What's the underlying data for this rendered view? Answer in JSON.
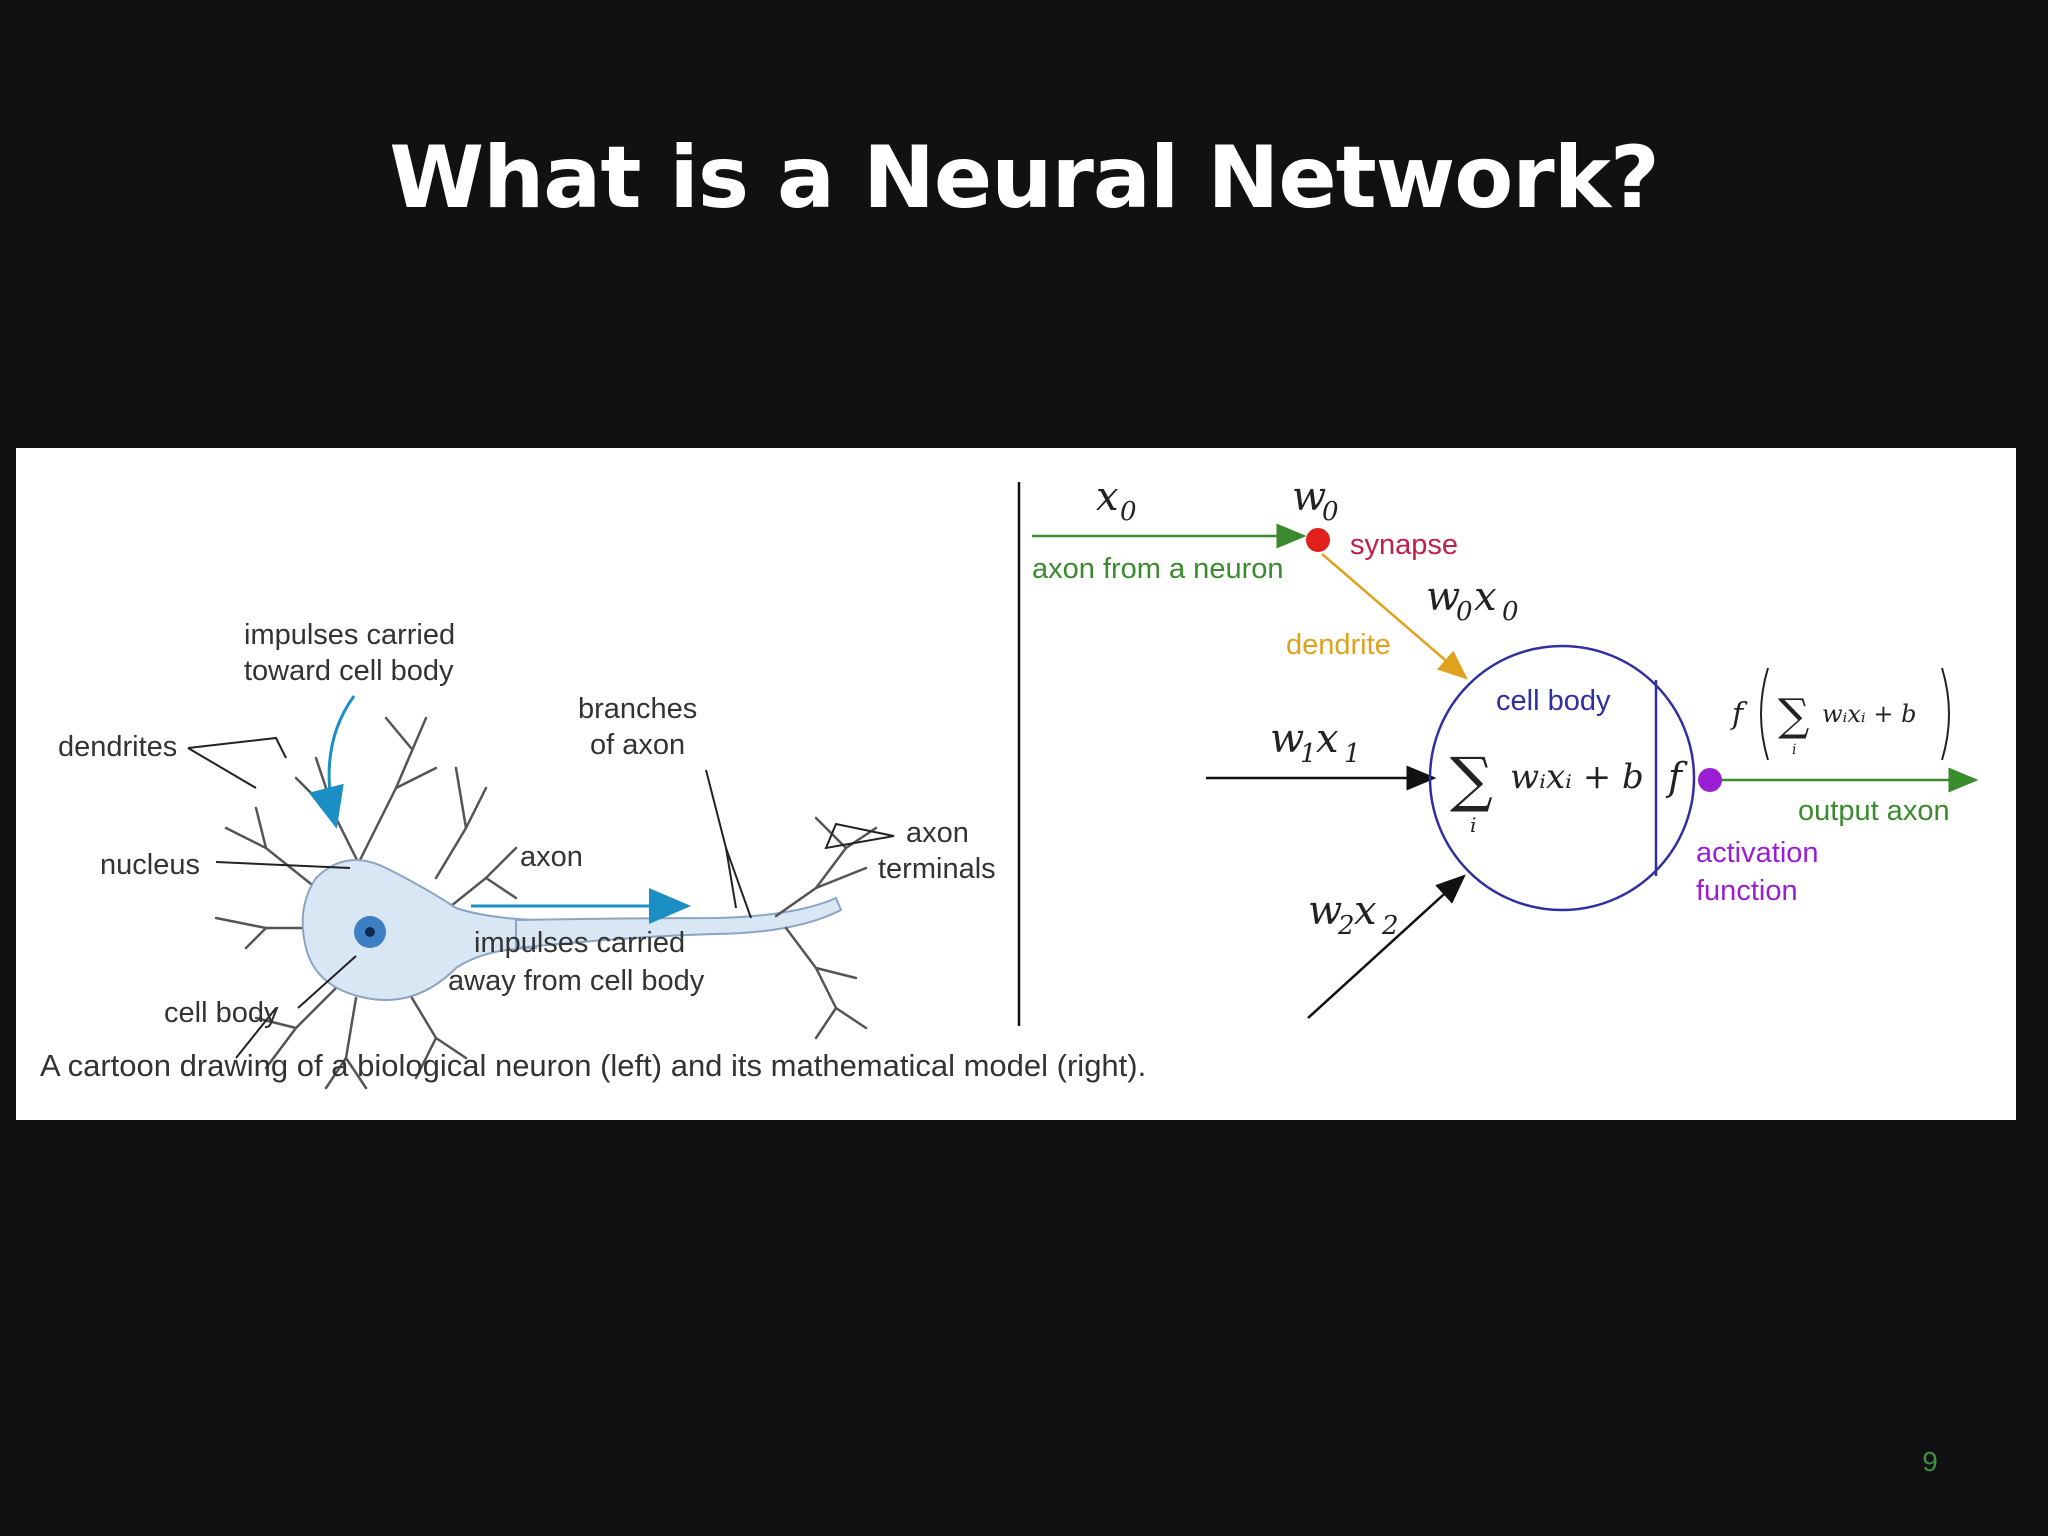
{
  "slide": {
    "title": "What is a Neural Network?",
    "page_number": "9"
  },
  "figure": {
    "caption": "A cartoon drawing of a biological neuron (left) and its mathematical model (right).",
    "biological": {
      "impulses_toward": [
        "impulses carried",
        "toward cell body"
      ],
      "dendrites": "dendrites",
      "nucleus": "nucleus",
      "cell_body": "cell body",
      "axon": "axon",
      "branches_of_axon": [
        "branches",
        "of axon"
      ],
      "axon_terminals": [
        "axon",
        "terminals"
      ],
      "impulses_away": [
        "impulses carried",
        "away from cell body"
      ]
    },
    "model": {
      "x0": "x",
      "x0_sub": "0",
      "w0": "w",
      "w0_sub": "0",
      "axon_from_neuron": "axon from a neuron",
      "synapse": "synapse",
      "w0x0": [
        "w",
        "0",
        "x",
        "0"
      ],
      "dendrite": "dendrite",
      "cell_body": "cell body",
      "w1x1": [
        "w",
        "1",
        "x",
        "1"
      ],
      "w2x2": [
        "w",
        "2",
        "x",
        "2"
      ],
      "sum_symbol": "∑",
      "sum_index": "i",
      "sum_body": "wᵢxᵢ + b",
      "f": "f",
      "output_formula_f": "f",
      "output_formula_body": "wᵢxᵢ + b",
      "output_axon": "output axon",
      "activation_function": [
        "activation",
        "function"
      ]
    },
    "colors": {
      "green": "#3a8a2e",
      "red": "#e0201a",
      "orange": "#e0a21e",
      "blue": "#2f2fa2",
      "purple": "#9a1fd4",
      "cyan": "#1b8fc4",
      "neuron_fill": "#d9e6f3"
    }
  }
}
